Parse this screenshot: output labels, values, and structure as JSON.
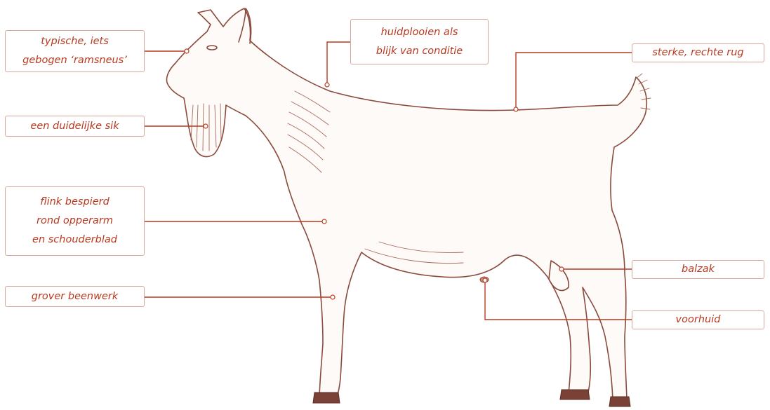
{
  "colors": {
    "accent": "#b8391f",
    "label_border": "#d8a79c",
    "ink": "#8a4a3c"
  },
  "image": {
    "subject": "goat-illustration"
  },
  "labels": [
    {
      "id": "ramsneus",
      "lines": [
        "typische, iets",
        "gebogen ‘ramsneus’"
      ]
    },
    {
      "id": "huidplooien",
      "lines": [
        "huidplooien als",
        "blijk van conditie"
      ]
    },
    {
      "id": "rug",
      "lines": [
        "sterke, rechte rug"
      ]
    },
    {
      "id": "sik",
      "lines": [
        "een duidelijke sik"
      ]
    },
    {
      "id": "spieren",
      "lines": [
        "flink bespierd",
        "rond opperarm",
        "en schouderblad"
      ]
    },
    {
      "id": "balzak",
      "lines": [
        "balzak"
      ]
    },
    {
      "id": "beenwerk",
      "lines": [
        "grover beenwerk"
      ]
    },
    {
      "id": "voorhuid",
      "lines": [
        "voorhuid"
      ]
    }
  ]
}
